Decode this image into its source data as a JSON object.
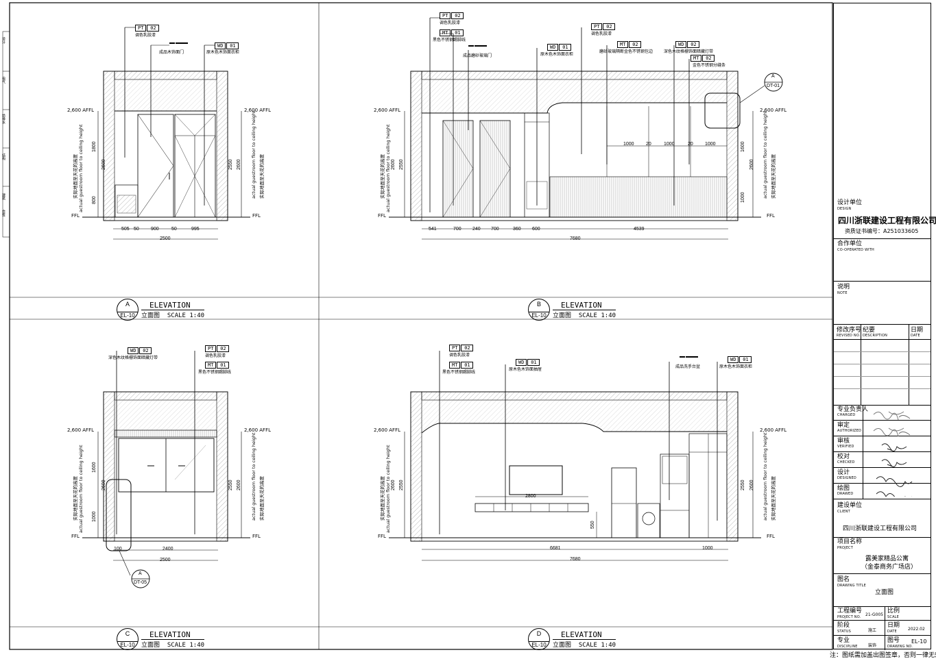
{
  "views": [
    {
      "letter": "A",
      "sheet": "EL-10",
      "title": "ELEVATION",
      "subtitle": "立面图",
      "scale": "SCALE 1:40",
      "tags": [
        {
          "code": "PT",
          "num": "02",
          "desc": "调色乳胶漆"
        },
        {
          "code": "",
          "num": "",
          "desc": "成品木饰面门"
        },
        {
          "code": "WD",
          "num": "01",
          "desc": "原木色木饰面衣柜"
        }
      ],
      "dims_bottom": [
        "505",
        "50",
        "900",
        "50",
        "995"
      ],
      "dims_total": "2500",
      "dims_left": [
        "1800",
        "800",
        "2600"
      ],
      "dims_right": [
        "2550",
        "2600"
      ],
      "level_top": "2,600 AFFL",
      "level_bottom": "FFL",
      "note_left": "实际地面至天花的高度",
      "note_left_en": "actual guestroom floor to ceiling height",
      "note_right": "实际地面至天花的高度",
      "note_right_en": "actual guestroom floor to ceiling height"
    },
    {
      "letter": "B",
      "sheet": "EL-10",
      "title": "ELEVATION",
      "subtitle": "立面图",
      "scale": "SCALE 1:40",
      "tags": [
        {
          "code": "PT",
          "num": "02",
          "desc": "调色乳胶漆"
        },
        {
          "code": "MT",
          "num": "01",
          "desc": "黑色不锈钢踢脚线"
        },
        {
          "code": "",
          "num": "",
          "desc": "成品磨砂玻璃门"
        },
        {
          "code": "WD",
          "num": "01",
          "desc": "原木色木饰面衣柜"
        },
        {
          "code": "PT",
          "num": "02",
          "desc": "调色乳胶漆"
        },
        {
          "code": "MT",
          "num": "02",
          "desc": "磨砂玻璃隔断金色不锈钢包边"
        },
        {
          "code": "WD",
          "num": "02",
          "desc": "深色木纹格栅饰面暗藏灯带"
        },
        {
          "code": "MT",
          "num": "02",
          "desc": "金色不锈钢分缝条"
        }
      ],
      "dims_bottom": [
        "541",
        "700",
        "240",
        "700",
        "360",
        "600",
        "4539"
      ],
      "dims_total": "7680",
      "dims_mid": [
        "1000",
        "20",
        "1000",
        "20",
        "1000"
      ],
      "dims_left": [
        "2600",
        "2550"
      ],
      "dims_right": [
        "1600",
        "2600",
        "1000"
      ],
      "detail": {
        "letter": "A",
        "ref": "DT-01"
      },
      "level_top": "2,600 AFFL",
      "level_bottom": "FFL",
      "note_left": "实际地面至天花的高度",
      "note_left_en": "actual guestroom floor to ceiling height",
      "note_right": "实际地面至天花的高度",
      "note_right_en": "actual guestroom floor to ceiling height"
    },
    {
      "letter": "C",
      "sheet": "EL-10",
      "title": "ELEVATION",
      "subtitle": "立面图",
      "scale": "SCALE 1:40",
      "tags": [
        {
          "code": "WD",
          "num": "02",
          "desc": "深色木纹格栅饰面暗藏灯带"
        },
        {
          "code": "PT",
          "num": "02",
          "desc": "调色乳胶漆"
        },
        {
          "code": "MT",
          "num": "01",
          "desc": "黑色不锈钢踢脚线"
        }
      ],
      "dims_bottom": [
        "100",
        "2400"
      ],
      "dims_total": "2500",
      "dims_left": [
        "1600",
        "2600",
        "1000"
      ],
      "dims_right": [
        "2550",
        "2600"
      ],
      "detail": {
        "letter": "A",
        "ref": "DT-05"
      },
      "level_top": "2,600 AFFL",
      "level_bottom": "FFL",
      "note_left": "实际地面至天花的高度",
      "note_left_en": "actual guestroom floor to ceiling height",
      "note_right": "实际地面至天花的高度",
      "note_right_en": "actual guestroom floor to ceiling height"
    },
    {
      "letter": "D",
      "sheet": "EL-10",
      "title": "ELEVATION",
      "subtitle": "立面图",
      "scale": "SCALE 1:40",
      "tags": [
        {
          "code": "PT",
          "num": "02",
          "desc": "调色乳胶漆"
        },
        {
          "code": "MT",
          "num": "01",
          "desc": "黑色不锈钢踢脚线"
        },
        {
          "code": "WD",
          "num": "01",
          "desc": "原木色木饰面抽屉"
        },
        {
          "code": "",
          "num": "",
          "desc": "成品洗手台盆"
        },
        {
          "code": "WD",
          "num": "01",
          "desc": "原木色木饰面衣柜"
        }
      ],
      "dims_bottom": [
        "6681",
        "1000"
      ],
      "dims_total": "7680",
      "dims_mid": [
        "2800",
        "550"
      ],
      "dims_left": [
        "2600",
        "2550"
      ],
      "dims_right": [
        "2550",
        "2600"
      ],
      "level_top": "2,600 AFFL",
      "level_bottom": "FFL",
      "note_left": "实际地面至天花的高度",
      "note_left_en": "actual guestroom floor to ceiling height",
      "note_right": "实际地面至天花的高度",
      "note_right_en": "actual guestroom floor to ceiling height"
    }
  ],
  "left_strip": [
    "设计",
    "电气",
    "给排水",
    "结构",
    "建筑",
    "会签"
  ],
  "title_block": {
    "design_unit_cn": "设计单位",
    "design_unit_en": "DESIGN",
    "company": "四川浙联建设工程有限公司",
    "license": "资质证书编号：A251033605",
    "coop_cn": "合作单位",
    "coop_en": "CO-OPERATED WITH",
    "note_cn": "说明",
    "note_en": "NOTE",
    "rev_cn": "修改序号",
    "rev_en": "REVISED NO.",
    "desc_cn": "纪要",
    "desc_en": "DESCRIPTION",
    "date_cn": "日期",
    "date_en": "DATE",
    "charged_cn": "专业负责人",
    "charged_en": "CHARGED",
    "auth_cn": "审定",
    "auth_en": "AUTHORIZED",
    "verified_cn": "审核",
    "verified_en": "VERIFIED",
    "checked_cn": "校对",
    "checked_en": "CHECKED",
    "designed_cn": "设计",
    "designed_en": "DESIGNED",
    "drawn_cn": "绘图",
    "drawn_en": "DRAWED",
    "client_cn": "建设单位",
    "client_en": "CLIENT",
    "client": "四川浙联建设工程有限公司",
    "project_cn": "项目名称",
    "project_en": "PROJECT",
    "project": "露美家精品公寓",
    "project2": "（金泰商务广场店）",
    "drawing_cn": "图名",
    "drawing_en": "DRAWING TITLE",
    "drawing": "立面图",
    "proj_no_cn": "工程编号",
    "proj_no_en": "PROJECT NO.",
    "proj_no": "21-G005",
    "scale_cn": "比例",
    "scale_en": "SCALE",
    "status_cn": "阶段",
    "status_en": "STATUS",
    "status": "施工",
    "dt_cn": "日期",
    "dt_en": "DATE",
    "dt": "2022.02",
    "disc_cn": "专业",
    "disc_en": "DISCIPLINE",
    "disc": "装饰",
    "dwg_cn": "图号",
    "dwg_en": "DRAWING NO.",
    "dwg": "EL-10"
  },
  "footnote": "注：图纸需加盖出图签章，否则一律无效。"
}
